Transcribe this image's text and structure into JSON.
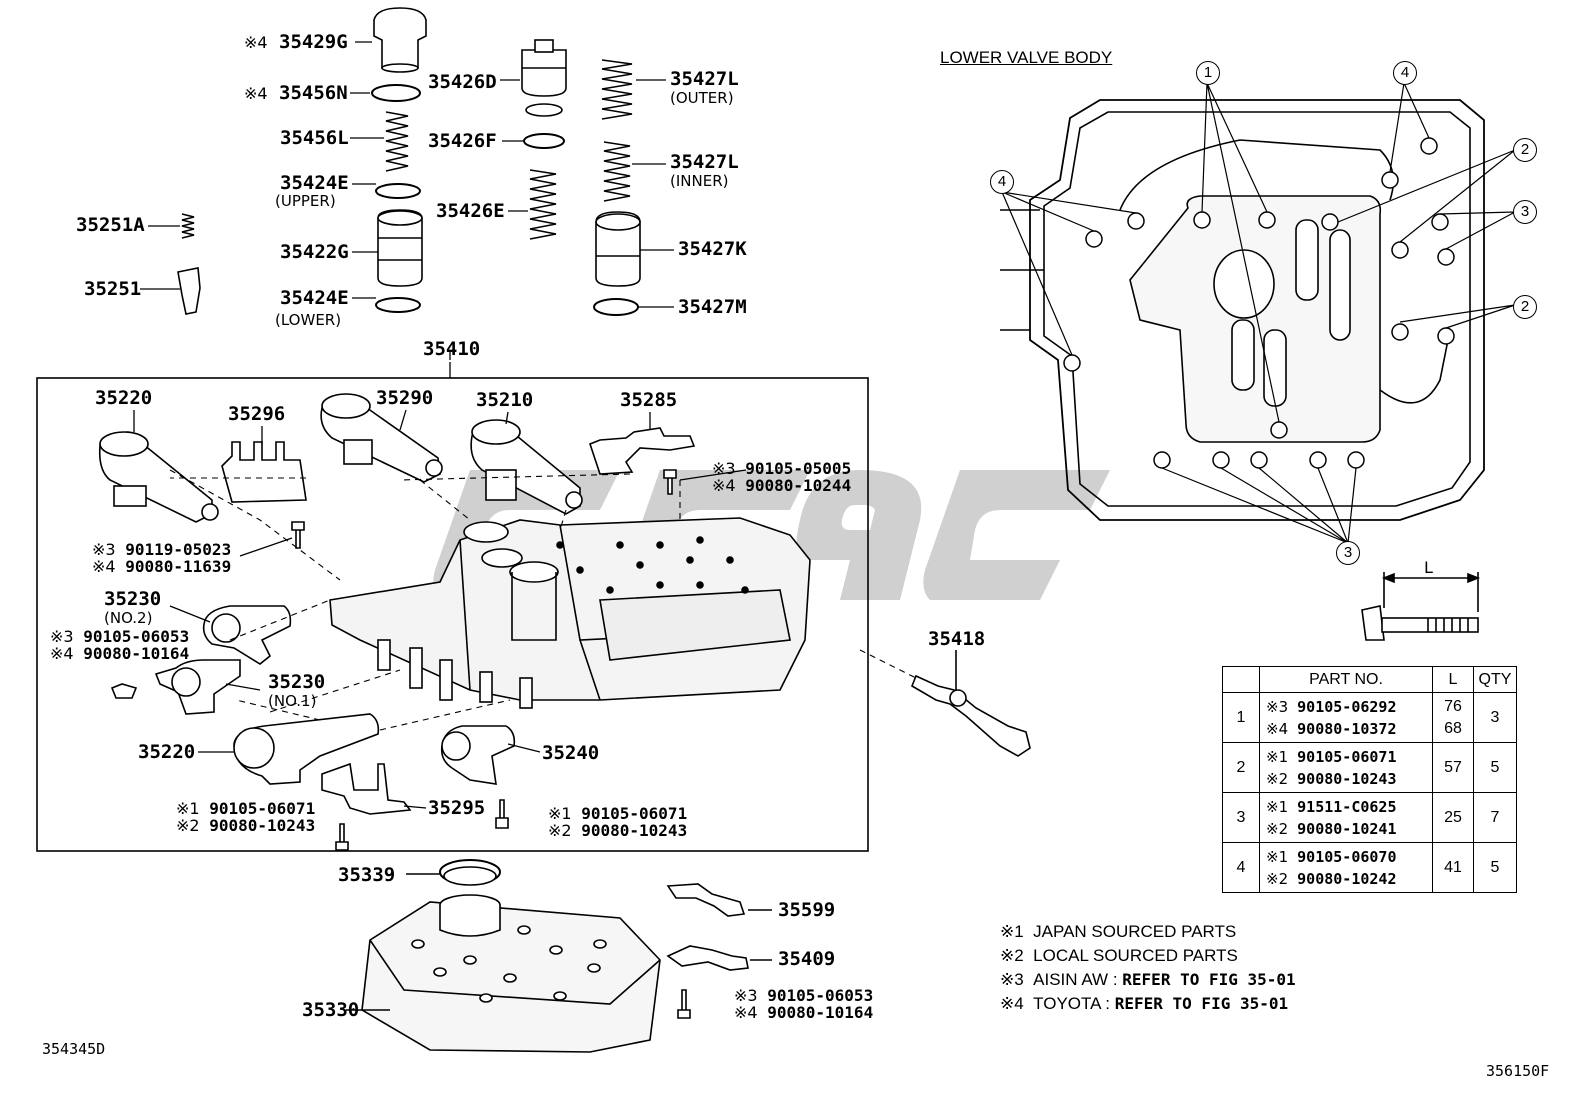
{
  "diagram": {
    "title": "LOWER VALVE BODY",
    "fig_left": "354345D",
    "fig_right": "356150F",
    "parts": {
      "p35429G": {
        "mark": "※4",
        "no": "35429G"
      },
      "p35456N": {
        "mark": "※4",
        "no": "35456N"
      },
      "p35456L": "35456L",
      "p35424E_up": "35424E",
      "upper": "(UPPER)",
      "p35422G": "35422G",
      "p35424E_lo": "35424E",
      "lower": "(LOWER)",
      "p35251A": "35251A",
      "p35251": "35251",
      "p35426D": "35426D",
      "p35426F": "35426F",
      "p35426E": "35426E",
      "p35427L_out": "35427L",
      "outer": "(OUTER)",
      "p35427L_in": "35427L",
      "inner": "(INNER)",
      "p35427K": "35427K",
      "p35427M": "35427M",
      "p35410": "35410",
      "p35220_a": "35220",
      "p35296": "35296",
      "p35290": "35290",
      "p35210": "35210",
      "p35285": "35285",
      "p35230_no2": "35230",
      "no2": "(NO.2)",
      "p35230_no1": "35230",
      "no1": "(NO.1)",
      "p35220_b": "35220",
      "p35240": "35240",
      "p35295": "35295",
      "p35418": "35418",
      "p35339": "35339",
      "p35599": "35599",
      "p35409": "35409",
      "p35330": "35330"
    },
    "bolts": {
      "b1": [
        {
          "mark": "※3",
          "no": "90105-05005"
        },
        {
          "mark": "※4",
          "no": "90080-10244"
        }
      ],
      "b2": [
        {
          "mark": "※3",
          "no": "90119-05023"
        },
        {
          "mark": "※4",
          "no": "90080-11639"
        }
      ],
      "b3": [
        {
          "mark": "※3",
          "no": "90105-06053"
        },
        {
          "mark": "※4",
          "no": "90080-10164"
        }
      ],
      "b4": [
        {
          "mark": "※1",
          "no": "90105-06071"
        },
        {
          "mark": "※2",
          "no": "90080-10243"
        }
      ],
      "b5": [
        {
          "mark": "※1",
          "no": "90105-06071"
        },
        {
          "mark": "※2",
          "no": "90080-10243"
        }
      ],
      "b6": [
        {
          "mark": "※3",
          "no": "90105-06053"
        },
        {
          "mark": "※4",
          "no": "90080-10164"
        }
      ]
    },
    "callouts": [
      "1",
      "2",
      "3",
      "4"
    ],
    "dim_label": "L",
    "table": {
      "headers": [
        "PART NO.",
        "L",
        "QTY"
      ],
      "rows": [
        {
          "idx": "1",
          "parts": [
            {
              "mark": "※3",
              "no": "90105-06292"
            },
            {
              "mark": "※4",
              "no": "90080-10372"
            }
          ],
          "L": [
            "76",
            "68"
          ],
          "qty": "3"
        },
        {
          "idx": "2",
          "parts": [
            {
              "mark": "※1",
              "no": "90105-06071"
            },
            {
              "mark": "※2",
              "no": "90080-10243"
            }
          ],
          "L": [
            "57"
          ],
          "qty": "5"
        },
        {
          "idx": "3",
          "parts": [
            {
              "mark": "※1",
              "no": "91511-C0625"
            },
            {
              "mark": "※2",
              "no": "90080-10241"
            }
          ],
          "L": [
            "25"
          ],
          "qty": "7"
        },
        {
          "idx": "4",
          "parts": [
            {
              "mark": "※1",
              "no": "90105-06070"
            },
            {
              "mark": "※2",
              "no": "90080-10242"
            }
          ],
          "L": [
            "41"
          ],
          "qty": "5"
        }
      ]
    },
    "legend": [
      {
        "mark": "※1",
        "text": "JAPAN SOURCED PARTS",
        "ref": ""
      },
      {
        "mark": "※2",
        "text": "LOCAL SOURCED PARTS",
        "ref": ""
      },
      {
        "mark": "※3",
        "text": "AISIN AW :",
        "ref": "REFER TO FIG 35-01"
      },
      {
        "mark": "※4",
        "text": "TOYOTA :",
        "ref": "REFER TO FIG 35-01"
      }
    ]
  }
}
